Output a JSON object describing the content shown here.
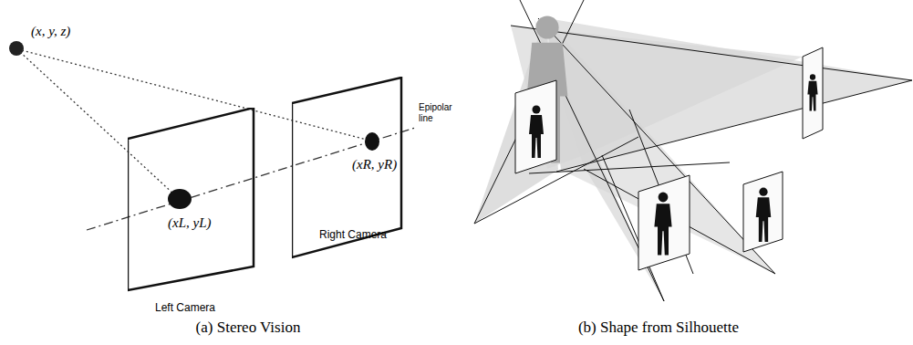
{
  "diagram": {
    "nodes": [
      {
        "text": [
          "(xL, yL)",
          "Left Camera"
        ]
      },
      {
        "text": [
          "(xR, yR)",
          "Right Camera"
        ]
      }
    ],
    "labels": [
      "(x, y, z)",
      "Epipolar line",
      "(a) Stereo Vision",
      "(b) Shape from Silhouette"
    ]
  }
}
